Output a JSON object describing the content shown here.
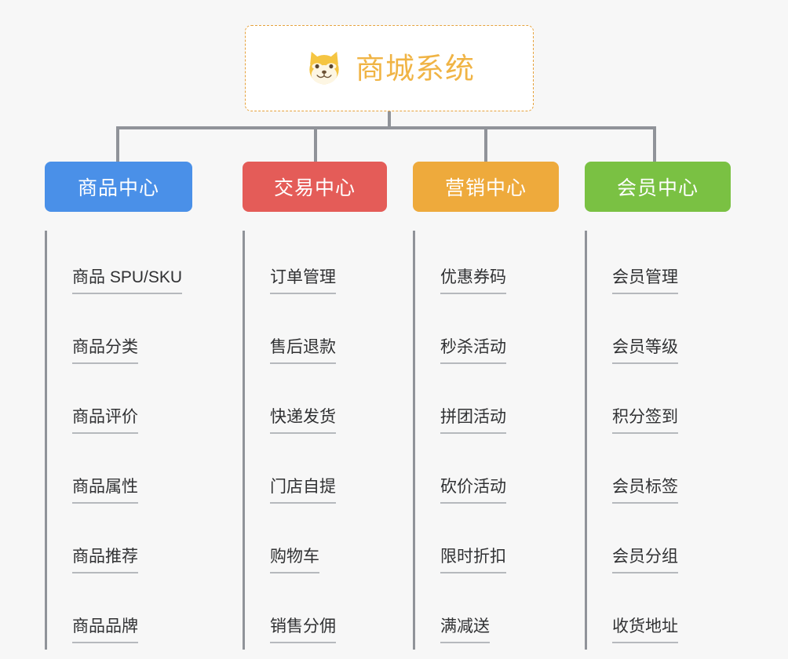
{
  "page": {
    "background_color": "#f7f7f7",
    "connector_color": "#909399"
  },
  "root": {
    "title": "商城系统",
    "icon": "shiba-dog-face-icon",
    "text_color": "#f0b445",
    "border_color": "#e6a23c",
    "background_color": "#ffffff"
  },
  "columns": [
    {
      "header": "商品中心",
      "color": "#4a90e8",
      "items": [
        "商品 SPU/SKU",
        "商品分类",
        "商品评价",
        "商品属性",
        "商品推荐",
        "商品品牌"
      ]
    },
    {
      "header": "交易中心",
      "color": "#e45c58",
      "items": [
        "订单管理",
        "售后退款",
        "快递发货",
        "门店自提",
        "购物车",
        "销售分佣"
      ]
    },
    {
      "header": "营销中心",
      "color": "#eeaa3c",
      "items": [
        "优惠券码",
        "秒杀活动",
        "拼团活动",
        "砍价活动",
        "限时折扣",
        "满减送"
      ]
    },
    {
      "header": "会员中心",
      "color": "#7ac143",
      "items": [
        "会员管理",
        "会员等级",
        "积分签到",
        "会员标签",
        "会员分组",
        "收货地址"
      ]
    }
  ]
}
